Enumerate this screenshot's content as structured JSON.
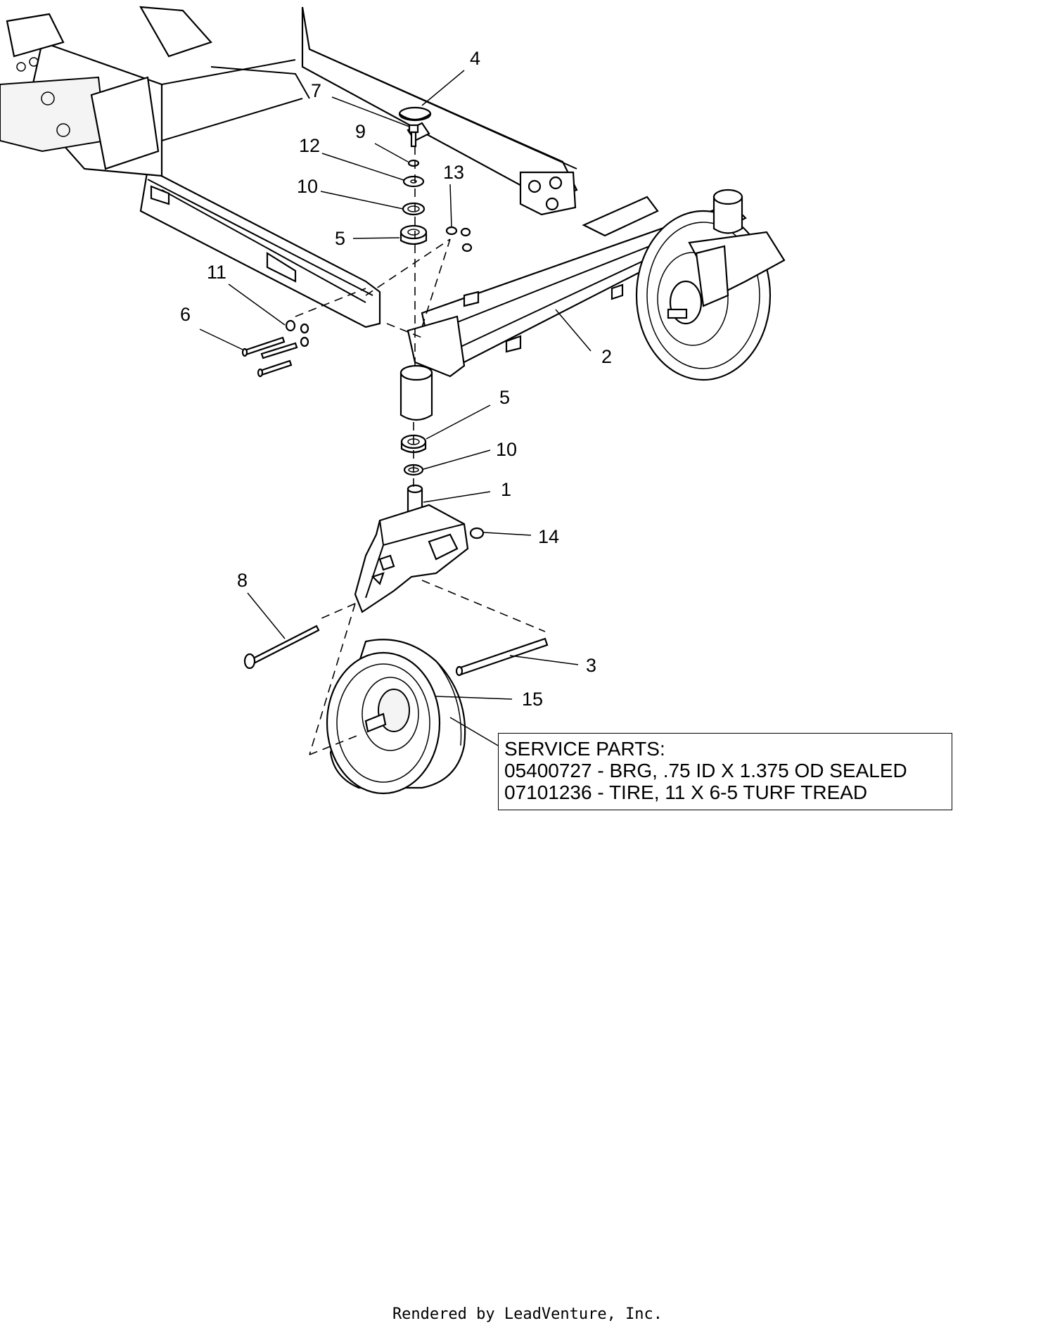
{
  "callouts": {
    "c1": "1",
    "c2": "2",
    "c3": "3",
    "c4": "4",
    "c5a": "5",
    "c5b": "5",
    "c6": "6",
    "c7": "7",
    "c8": "8",
    "c9": "9",
    "c10a": "10",
    "c10b": "10",
    "c11": "11",
    "c12": "12",
    "c13": "13",
    "c14": "14",
    "c15": "15"
  },
  "service_parts": {
    "heading": "SERVICE PARTS:",
    "line1": "05400727 - BRG, .75 ID X 1.375 OD SEALED",
    "line2": "07101236 - TIRE, 11 X 6-5 TURF TREAD"
  },
  "footer": "Rendered by LeadVenture, Inc."
}
